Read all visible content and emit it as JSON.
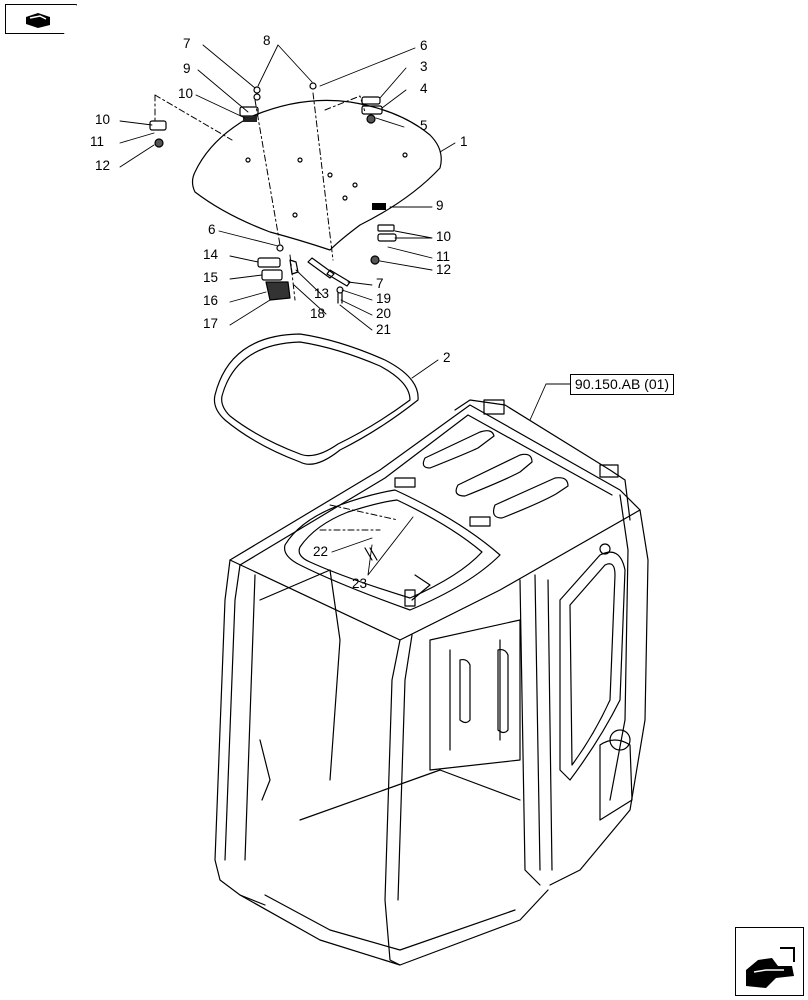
{
  "figure": {
    "reference_label": "90.150.AB (01)"
  },
  "callouts": [
    {
      "id": "c7a",
      "label": "7"
    },
    {
      "id": "c8",
      "label": "8"
    },
    {
      "id": "c6a",
      "label": "6"
    },
    {
      "id": "c9a",
      "label": "9"
    },
    {
      "id": "c3",
      "label": "3"
    },
    {
      "id": "c10a",
      "label": "10"
    },
    {
      "id": "c4",
      "label": "4"
    },
    {
      "id": "c10b",
      "label": "10"
    },
    {
      "id": "c5",
      "label": "5"
    },
    {
      "id": "c11a",
      "label": "11"
    },
    {
      "id": "c1",
      "label": "1"
    },
    {
      "id": "c12a",
      "label": "12"
    },
    {
      "id": "c9b",
      "label": "9"
    },
    {
      "id": "c6b",
      "label": "6"
    },
    {
      "id": "c10c",
      "label": "10"
    },
    {
      "id": "c14",
      "label": "14"
    },
    {
      "id": "c11b",
      "label": "11"
    },
    {
      "id": "c12b",
      "label": "12"
    },
    {
      "id": "c15",
      "label": "15"
    },
    {
      "id": "c7b",
      "label": "7"
    },
    {
      "id": "c13",
      "label": "13"
    },
    {
      "id": "c16",
      "label": "16"
    },
    {
      "id": "c19",
      "label": "19"
    },
    {
      "id": "c18",
      "label": "18"
    },
    {
      "id": "c20",
      "label": "20"
    },
    {
      "id": "c17",
      "label": "17"
    },
    {
      "id": "c21",
      "label": "21"
    },
    {
      "id": "c2",
      "label": "2"
    },
    {
      "id": "c22",
      "label": "22"
    },
    {
      "id": "c23",
      "label": "23"
    }
  ]
}
